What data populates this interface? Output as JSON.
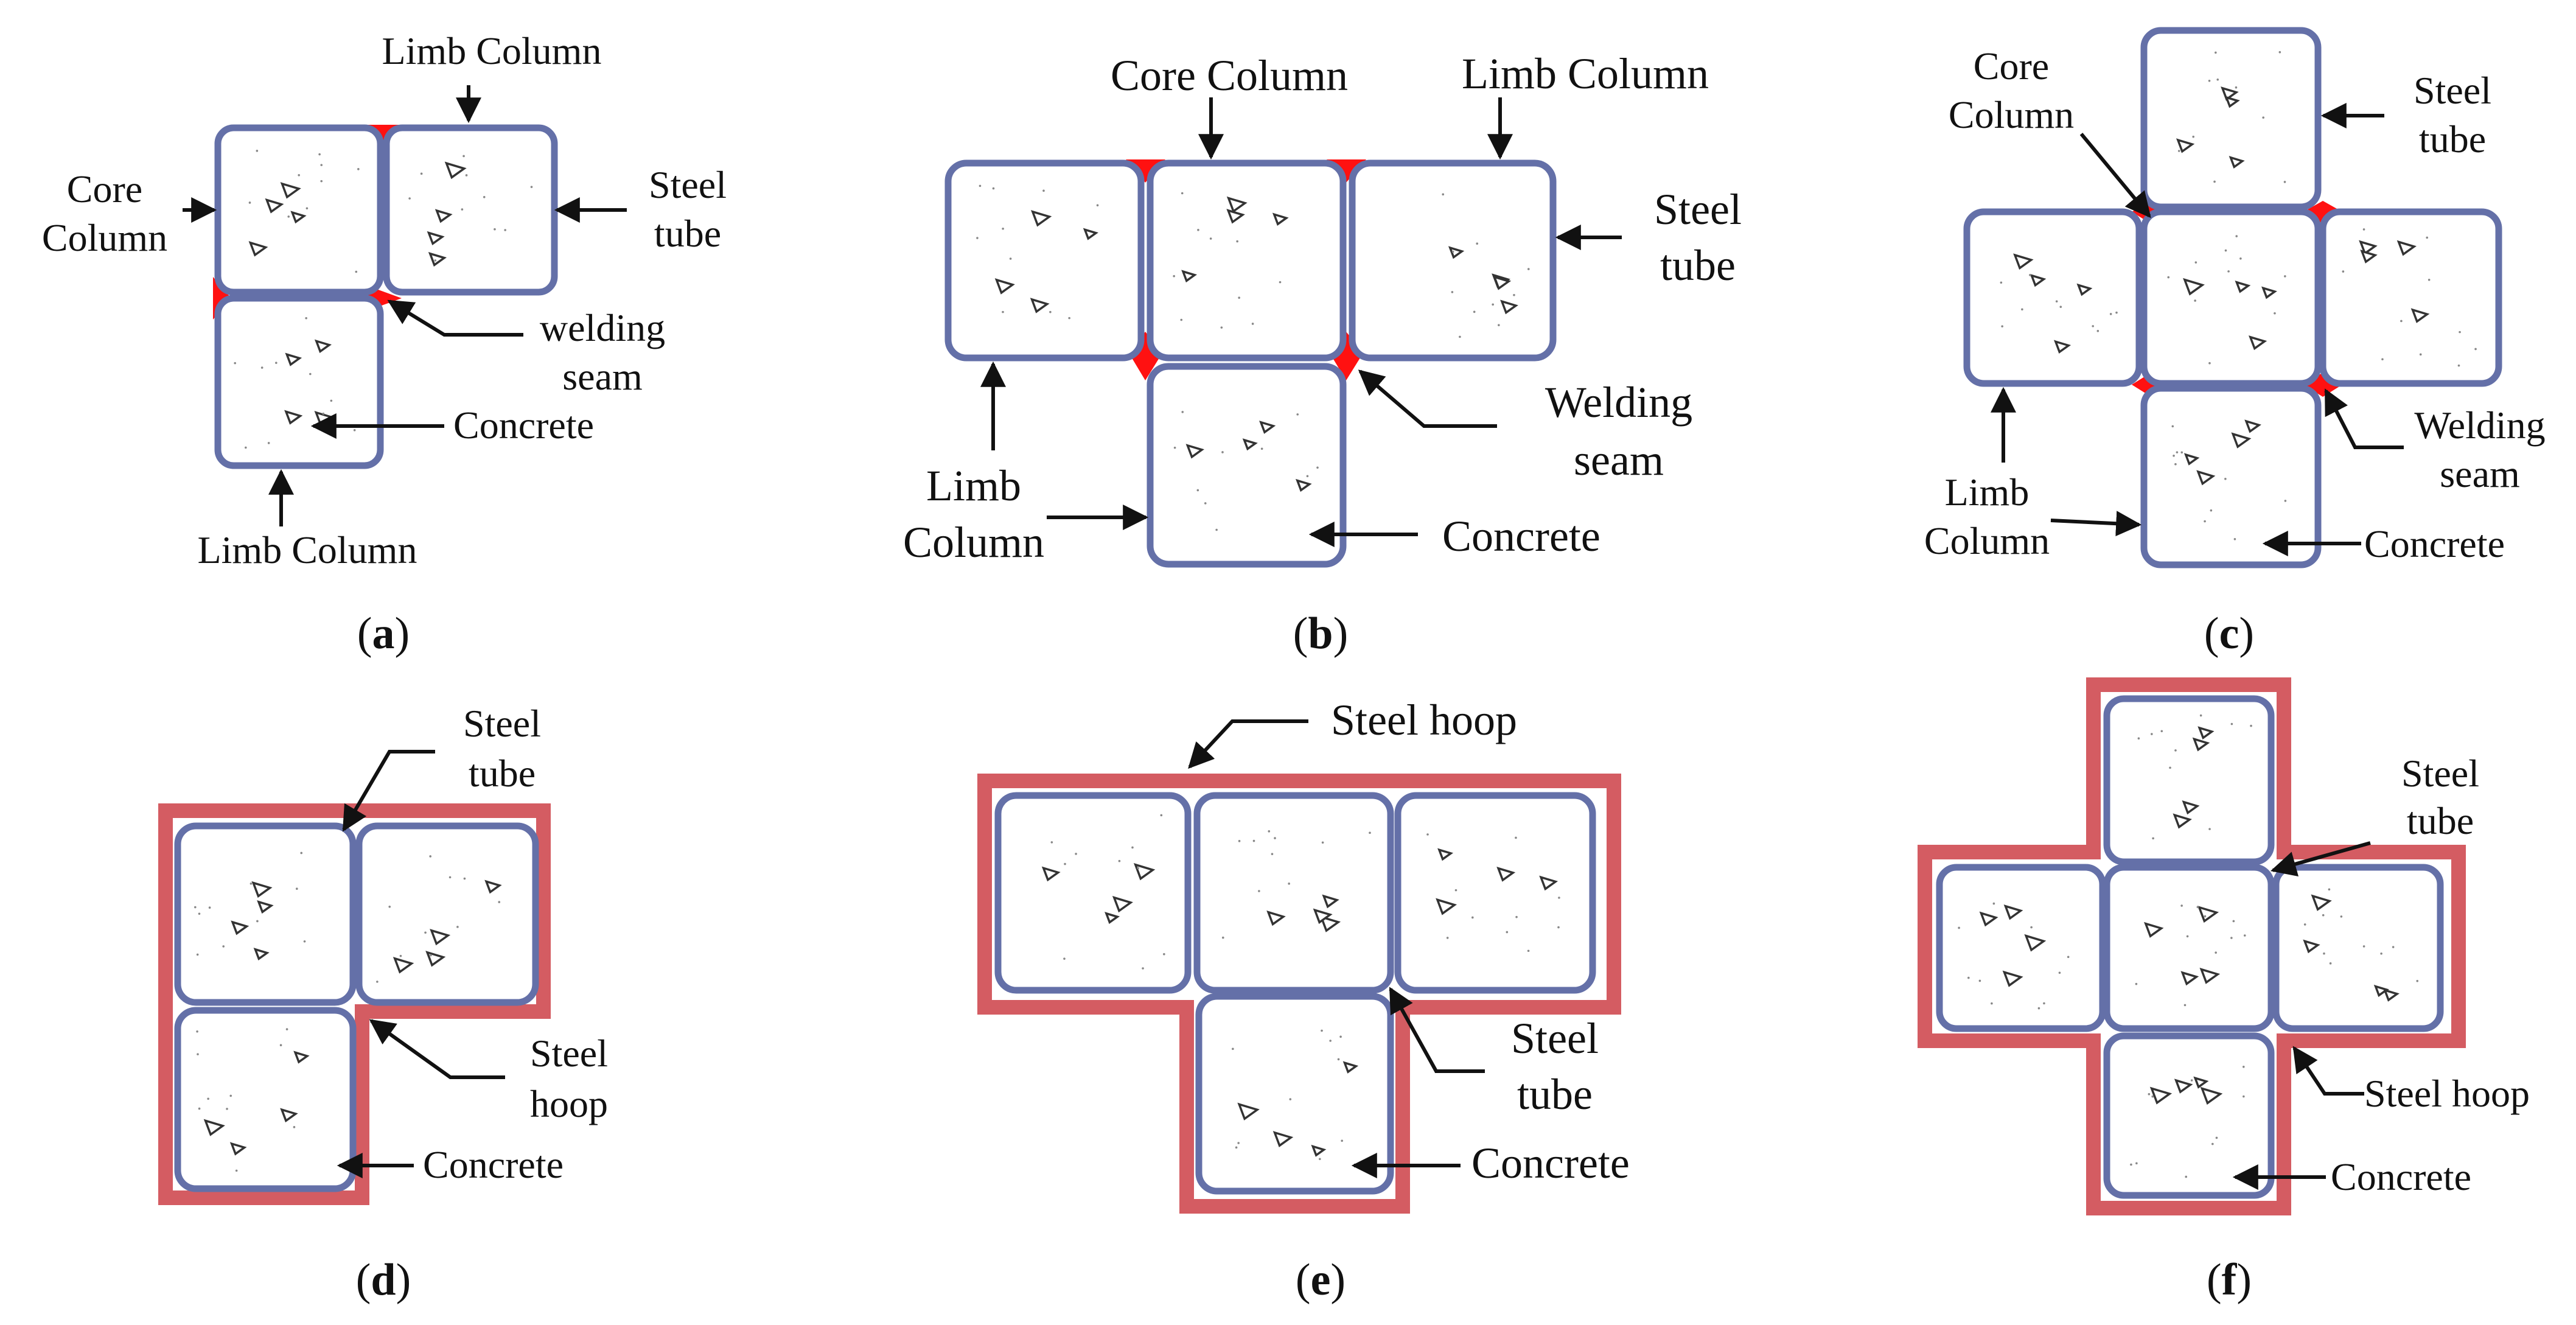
{
  "panels": [
    {
      "id": "a",
      "caption": "a",
      "labels": {
        "limb_top": "Limb Column",
        "core_1": "Core",
        "core_2": "Column",
        "steel_1": "Steel",
        "steel_2": "tube",
        "weld_1": "welding",
        "weld_2": "seam",
        "concrete": "Concrete",
        "limb_bottom": "Limb Column"
      }
    },
    {
      "id": "b",
      "caption": "b",
      "labels": {
        "core": "Core Column",
        "limb_top": "Limb Column",
        "steel_1": "Steel",
        "steel_2": "tube",
        "weld_1": "Welding",
        "weld_2": "seam",
        "limb_1": "Limb",
        "limb_2": "Column",
        "concrete": "Concrete"
      }
    },
    {
      "id": "c",
      "caption": "c",
      "labels": {
        "core_1": "Core",
        "core_2": "Column",
        "steel_1": "Steel",
        "steel_2": "tube",
        "weld_1": "Welding",
        "weld_2": "seam",
        "limb_1": "Limb",
        "limb_2": "Column",
        "concrete": "Concrete"
      }
    },
    {
      "id": "d",
      "caption": "d",
      "labels": {
        "steel_1": "Steel",
        "steel_2": "tube",
        "hoop_1": "Steel",
        "hoop_2": "hoop",
        "concrete": "Concrete"
      }
    },
    {
      "id": "e",
      "caption": "e",
      "labels": {
        "hoop": "Steel hoop",
        "steel_1": "Steel",
        "steel_2": "tube",
        "concrete": "Concrete"
      }
    },
    {
      "id": "f",
      "caption": "f",
      "labels": {
        "steel_1": "Steel",
        "steel_2": "tube",
        "hoop": "Steel hoop",
        "concrete": "Concrete"
      }
    }
  ]
}
